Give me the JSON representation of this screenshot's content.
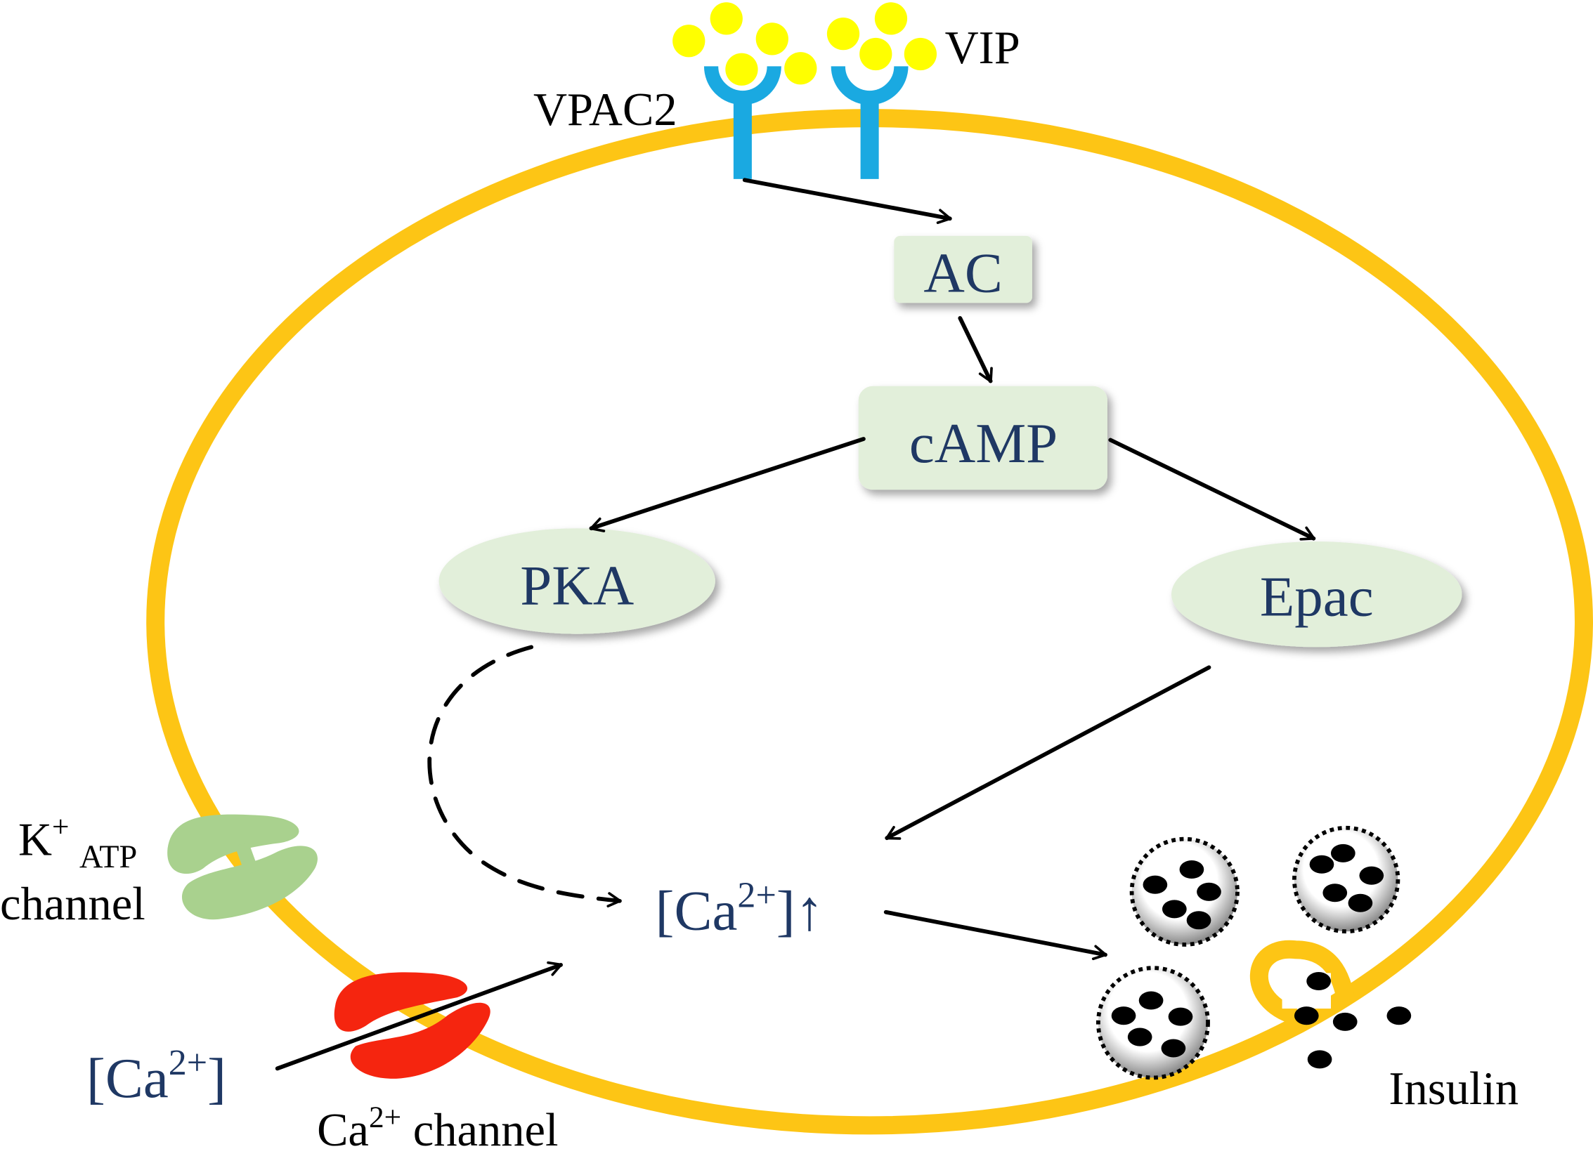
{
  "labels": {
    "vip": "VIP",
    "vpac2": "VPAC2",
    "ac": "AC",
    "camp": "cAMP",
    "pka": "PKA",
    "epac": "Epac",
    "ca_intracellular": {
      "open": "[Ca",
      "sup": "2+",
      "close": "]↑"
    },
    "ca_extracellular": {
      "open": "[Ca",
      "sup": "2+",
      "close": "]"
    },
    "katp_channel": {
      "k": "K",
      "sup": "+",
      "sub": "ATP",
      "line2": "channel"
    },
    "ca_channel": {
      "base": "Ca",
      "sup": "2+",
      "rest": " channel"
    },
    "insulin": "Insulin"
  },
  "colors": {
    "membrane": "#FDC515",
    "receptor": "#1AA9E1",
    "ligand": "#FFFF00",
    "node_fill": "#E2EFDA",
    "node_text": "#1F3864",
    "katp": "#A9D18E",
    "ca_channel": "#F5250F"
  }
}
